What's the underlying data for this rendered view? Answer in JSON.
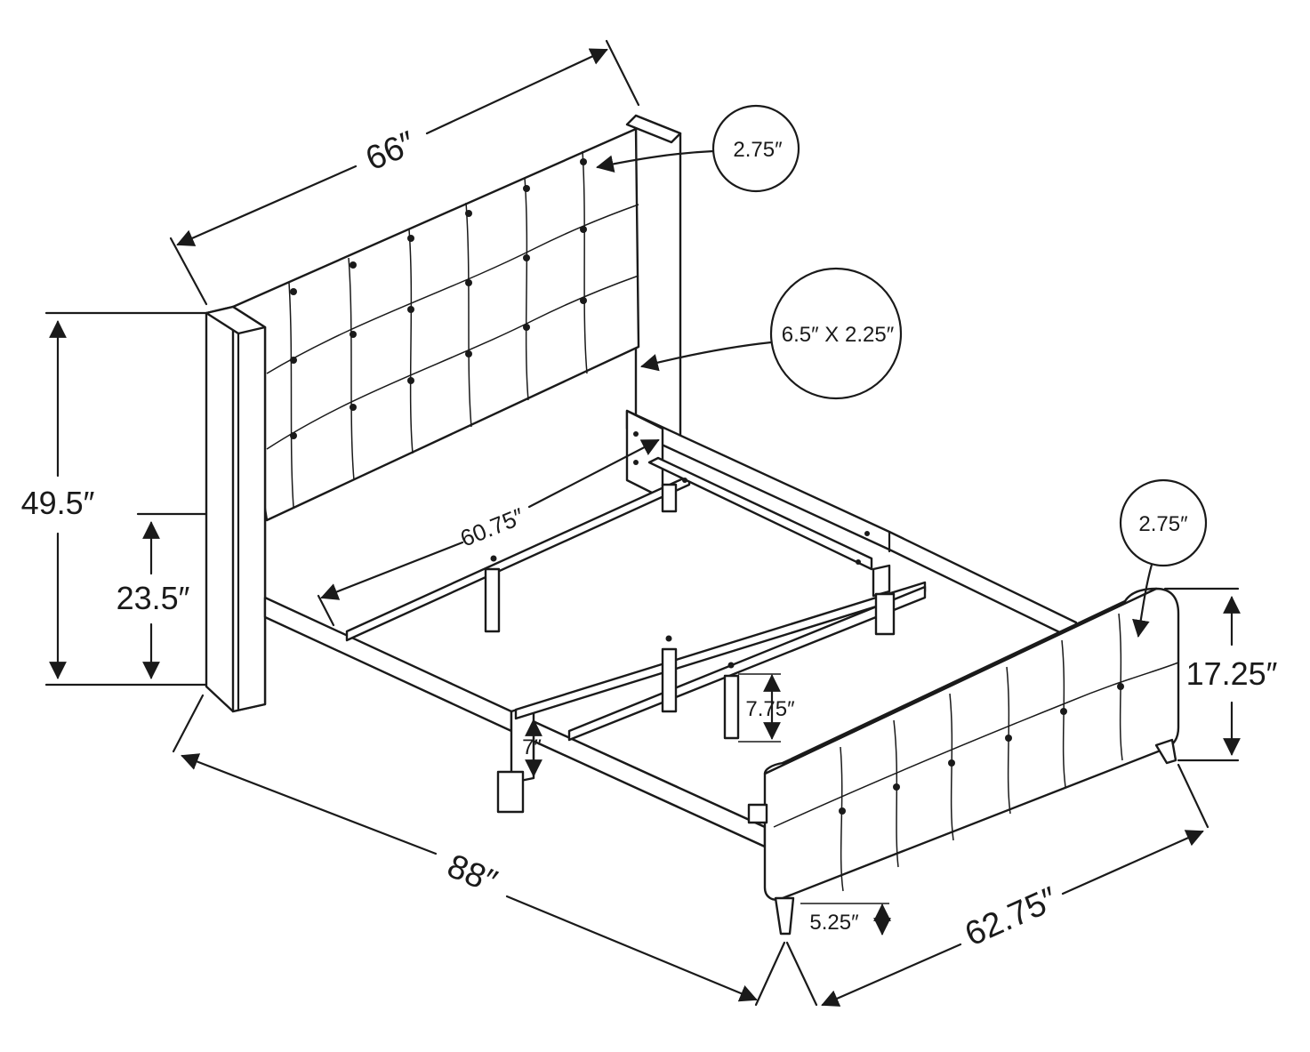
{
  "dimensions": {
    "headboard_width": "66″",
    "overall_height": "49.5″",
    "side_rail_height": "23.5″",
    "inner_width": "60.75″",
    "overall_length": "88″",
    "footboard_width": "62.75″",
    "footboard_height": "17.25″",
    "leg_height": "5.25″",
    "rail_depth": "7″",
    "center_leg_height": "7.75″"
  },
  "callouts": {
    "headboard_post": "2.75″",
    "headboard_panel": "6.5″ X 2.25″",
    "footboard_post": "2.75″"
  }
}
